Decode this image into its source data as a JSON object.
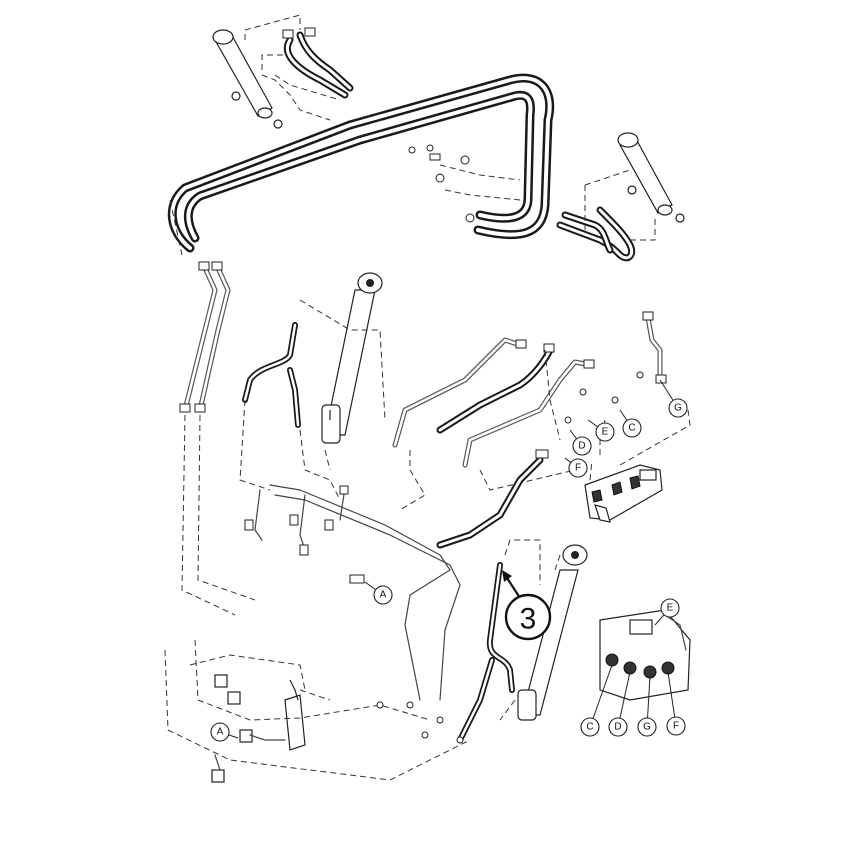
{
  "callouts": [
    {
      "id": "g-top",
      "label": "G"
    },
    {
      "id": "e-top",
      "label": "E"
    },
    {
      "id": "c-top",
      "label": "C"
    },
    {
      "id": "d-top",
      "label": "D"
    },
    {
      "id": "f-top",
      "label": "F"
    },
    {
      "id": "a-mid",
      "label": "A"
    },
    {
      "id": "a-low",
      "label": "A"
    },
    {
      "id": "e-valve",
      "label": "E"
    },
    {
      "id": "c-valve",
      "label": "C"
    },
    {
      "id": "d-valve",
      "label": "D"
    },
    {
      "id": "g-valve",
      "label": "G"
    },
    {
      "id": "f-valve",
      "label": "F"
    }
  ],
  "reference": {
    "label": "3"
  }
}
